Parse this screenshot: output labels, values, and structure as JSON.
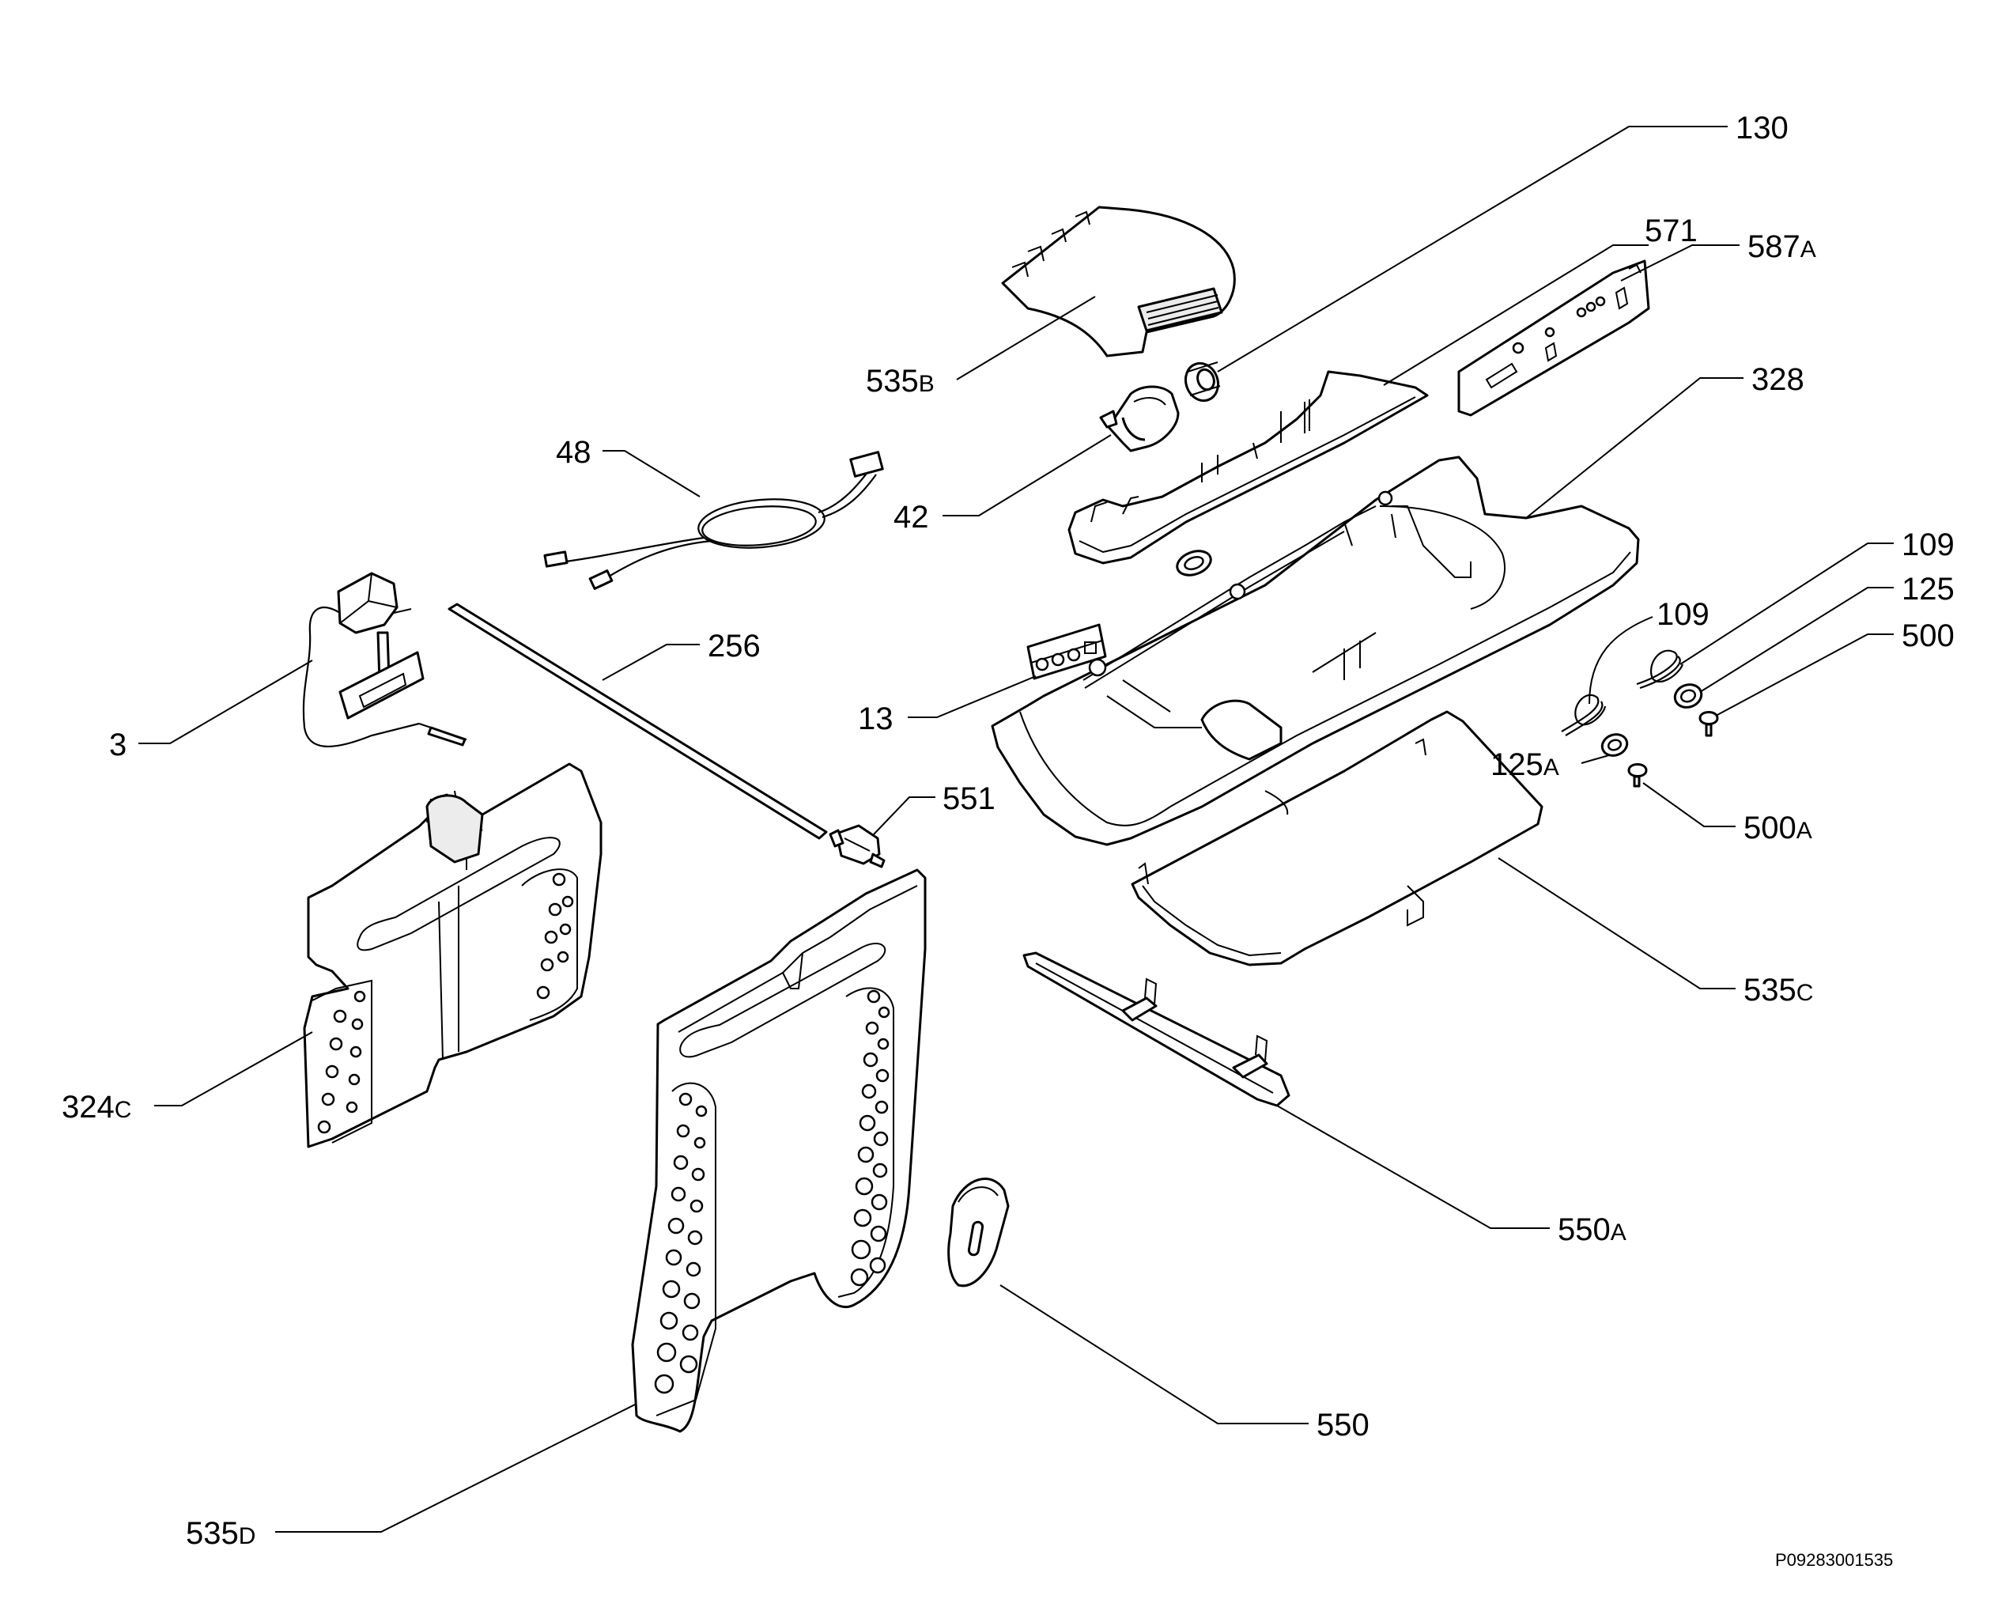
{
  "drawing_ref": "P09283001535",
  "callouts": [
    {
      "id": "130",
      "num": "130",
      "suffix": ""
    },
    {
      "id": "571",
      "num": "571",
      "suffix": ""
    },
    {
      "id": "587a",
      "num": "587",
      "suffix": "A"
    },
    {
      "id": "328",
      "num": "328",
      "suffix": ""
    },
    {
      "id": "535b",
      "num": "535",
      "suffix": "B"
    },
    {
      "id": "48",
      "num": "48",
      "suffix": ""
    },
    {
      "id": "42",
      "num": "42",
      "suffix": ""
    },
    {
      "id": "109-right",
      "num": "109",
      "suffix": ""
    },
    {
      "id": "125",
      "num": "125",
      "suffix": ""
    },
    {
      "id": "109-left",
      "num": "109",
      "suffix": ""
    },
    {
      "id": "500",
      "num": "500",
      "suffix": ""
    },
    {
      "id": "256",
      "num": "256",
      "suffix": ""
    },
    {
      "id": "3",
      "num": "3",
      "suffix": ""
    },
    {
      "id": "13",
      "num": "13",
      "suffix": ""
    },
    {
      "id": "125a",
      "num": "125",
      "suffix": "A"
    },
    {
      "id": "551",
      "num": "551",
      "suffix": ""
    },
    {
      "id": "500a",
      "num": "500",
      "suffix": "A"
    },
    {
      "id": "535c",
      "num": "535",
      "suffix": "C"
    },
    {
      "id": "324c",
      "num": "324",
      "suffix": "C"
    },
    {
      "id": "550a",
      "num": "550",
      "suffix": "A"
    },
    {
      "id": "550",
      "num": "550",
      "suffix": ""
    },
    {
      "id": "535d",
      "num": "535",
      "suffix": "D"
    }
  ]
}
